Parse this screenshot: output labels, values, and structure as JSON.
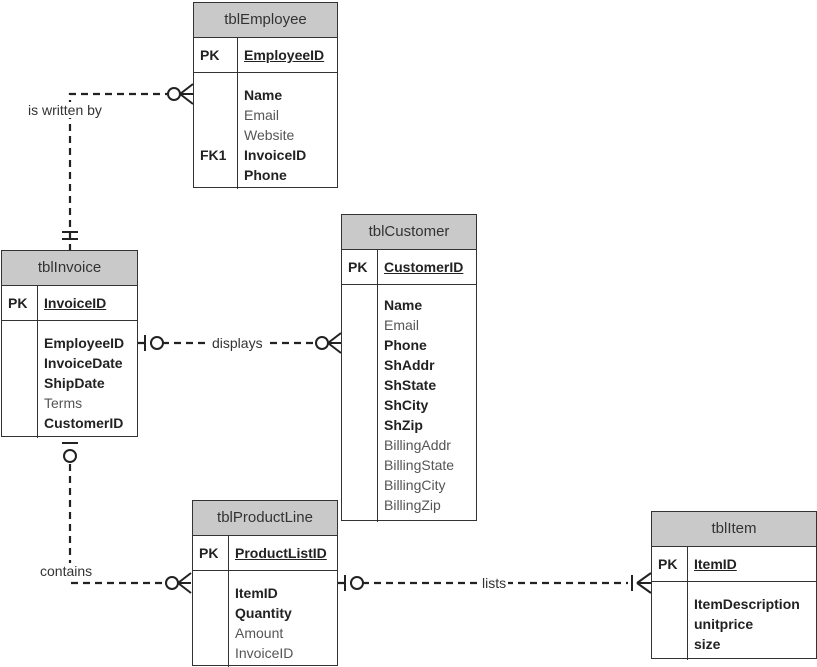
{
  "tables": {
    "employee": {
      "name": "tblEmployee",
      "pk_label": "PK",
      "pk_field": "EmployeeID",
      "fields": [
        {
          "text": "Name",
          "bold": true,
          "key": ""
        },
        {
          "text": "Email",
          "bold": false,
          "key": ""
        },
        {
          "text": "Website",
          "bold": false,
          "key": ""
        },
        {
          "text": "InvoiceID",
          "bold": true,
          "key": "FK1"
        },
        {
          "text": "Phone",
          "bold": true,
          "key": ""
        }
      ]
    },
    "customer": {
      "name": "tblCustomer",
      "pk_label": "PK",
      "pk_field": "CustomerID",
      "fields": [
        {
          "text": "Name",
          "bold": true,
          "key": ""
        },
        {
          "text": "Email",
          "bold": false,
          "key": ""
        },
        {
          "text": "Phone",
          "bold": true,
          "key": ""
        },
        {
          "text": "ShAddr",
          "bold": true,
          "key": ""
        },
        {
          "text": "ShState",
          "bold": true,
          "key": ""
        },
        {
          "text": "ShCity",
          "bold": true,
          "key": ""
        },
        {
          "text": "ShZip",
          "bold": true,
          "key": ""
        },
        {
          "text": "BillingAddr",
          "bold": false,
          "key": ""
        },
        {
          "text": "BillingState",
          "bold": false,
          "key": ""
        },
        {
          "text": "BillingCity",
          "bold": false,
          "key": ""
        },
        {
          "text": "BillingZip",
          "bold": false,
          "key": ""
        }
      ]
    },
    "invoice": {
      "name": "tblInvoice",
      "pk_label": "PK",
      "pk_field": "InvoiceID",
      "fields": [
        {
          "text": "EmployeeID",
          "bold": true,
          "key": ""
        },
        {
          "text": "InvoiceDate",
          "bold": true,
          "key": ""
        },
        {
          "text": "ShipDate",
          "bold": true,
          "key": ""
        },
        {
          "text": "Terms",
          "bold": false,
          "key": ""
        },
        {
          "text": "CustomerID",
          "bold": true,
          "key": ""
        }
      ]
    },
    "productline": {
      "name": "tblProductLine",
      "pk_label": "PK",
      "pk_field": "ProductListID",
      "fields": [
        {
          "text": "ItemID",
          "bold": true,
          "key": ""
        },
        {
          "text": "Quantity",
          "bold": true,
          "key": ""
        },
        {
          "text": "Amount",
          "bold": false,
          "key": ""
        },
        {
          "text": "InvoiceID",
          "bold": false,
          "key": ""
        }
      ]
    },
    "item": {
      "name": "tblItem",
      "pk_label": "PK",
      "pk_field": "ItemID",
      "fields": [
        {
          "text": "ItemDescription",
          "bold": true,
          "key": ""
        },
        {
          "text": "unitprice",
          "bold": true,
          "key": ""
        },
        {
          "text": "size",
          "bold": true,
          "key": ""
        }
      ]
    }
  },
  "relationships": {
    "written_by": "is written by",
    "displays": "displays",
    "contains": "contains",
    "lists": "lists"
  },
  "colors": {
    "header_bg": "#c9c9c9",
    "line": "#222222",
    "border": "#333333"
  }
}
